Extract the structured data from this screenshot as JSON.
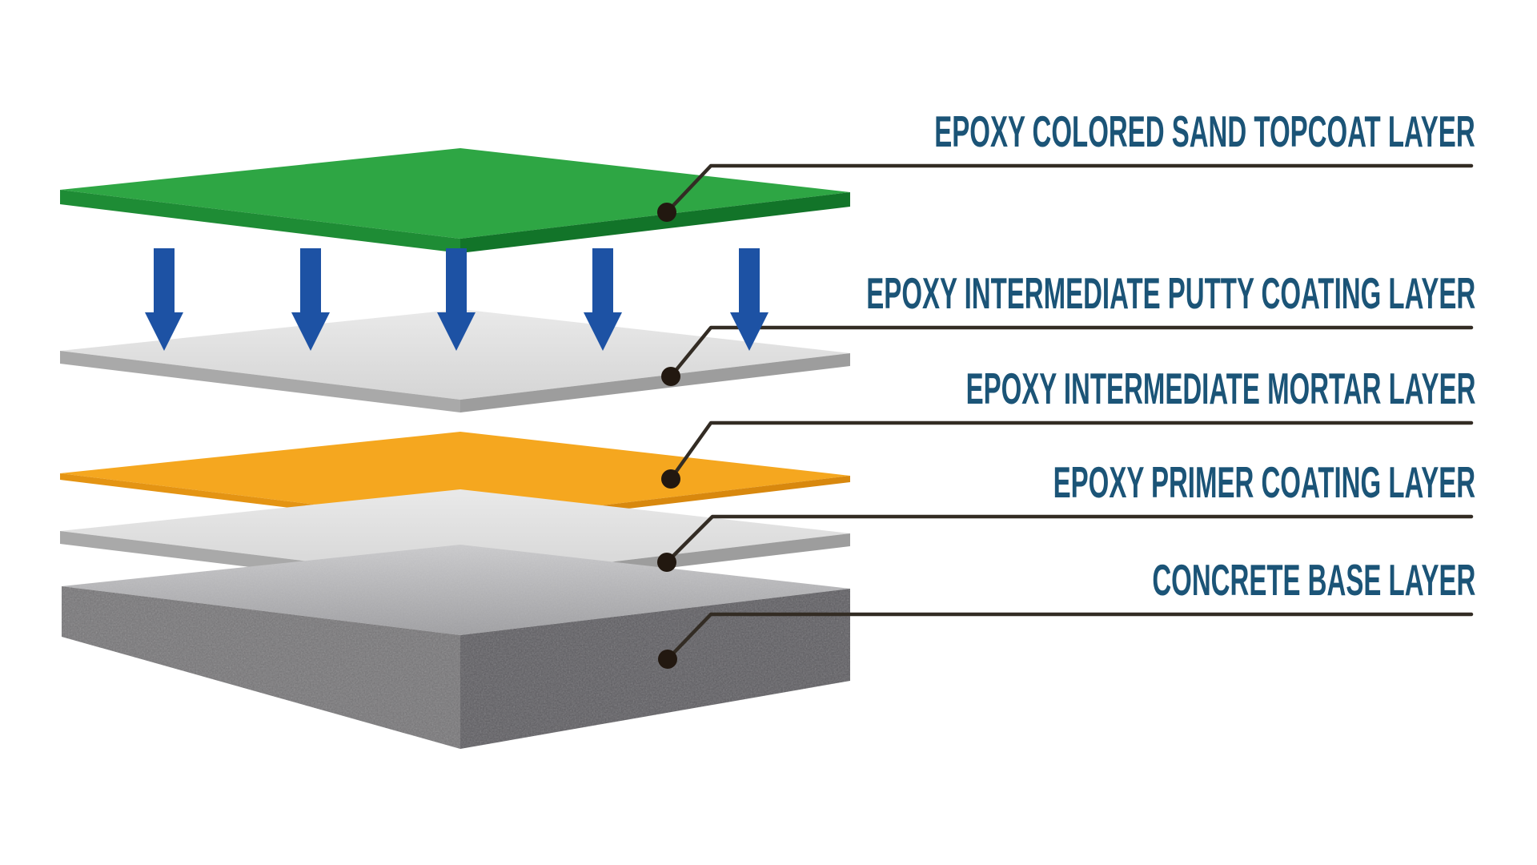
{
  "labels": [
    {
      "text": "EPOXY COLORED SAND TOPCOAT LAYER"
    },
    {
      "text": "EPOXY INTERMEDIATE PUTTY COATING LAYER"
    },
    {
      "text": "EPOXY INTERMEDIATE MORTAR LAYER"
    },
    {
      "text": "EPOXY PRIMER COATING LAYER"
    },
    {
      "text": "CONCRETE BASE LAYER"
    }
  ],
  "arrows": {
    "icon": "down-arrow",
    "count": 5,
    "direction": "down"
  },
  "colors": {
    "background": "#ffffff",
    "label_text": "#1b5477",
    "leader_line": "#332c24",
    "leader_dot": "#221810",
    "arrow_blue": "#1d52a4",
    "topcoat_top": "#2ea644",
    "topcoat_front_left": "#1e8c35",
    "topcoat_front_right": "#127429",
    "gray_top": "#dedede",
    "gray_front_left": "#a9a9a9",
    "gray_front_right": "#9d9d9d",
    "mortar_top": "#f5a71f",
    "mortar_front_left": "#e49413",
    "mortar_front_right": "#d8880e",
    "concrete_top": "#b4b4b6",
    "concrete_front_left": "#7b7a7c",
    "concrete_front_right": "#656468"
  }
}
